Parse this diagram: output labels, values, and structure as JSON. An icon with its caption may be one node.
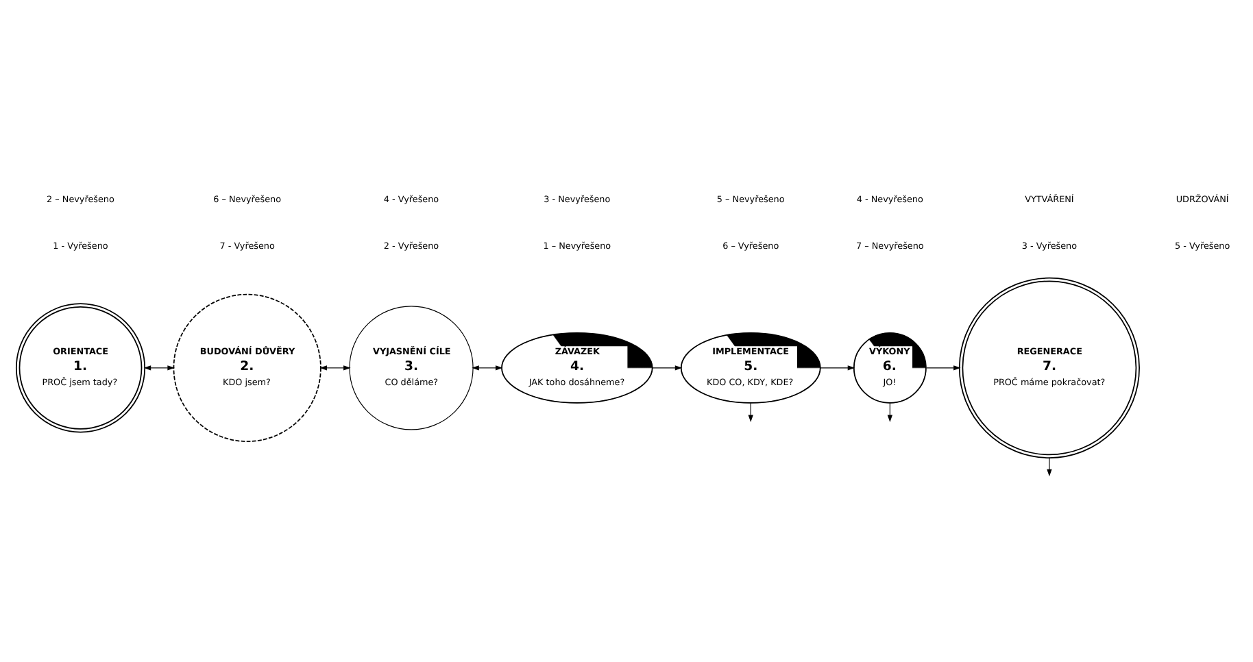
{
  "diagram": {
    "nodes": [
      {
        "text": [
          "ORIENTACE",
          "1.",
          "PROČ jsem tady?"
        ]
      },
      {
        "text": [
          "BUDOVÁNÍ DŮVĚRY",
          "2.",
          "KDO jsem?"
        ]
      },
      {
        "text": [
          "VYJASNĚNÍ CÍLE",
          "3.",
          "CO děláme?"
        ]
      },
      {
        "text": [
          "ZÁVAZEK",
          "4.",
          "JAK toho dosáhneme?"
        ]
      },
      {
        "text": [
          "IMPLEMENTACE",
          "5.",
          "KDO CO, KDY, KDE?"
        ]
      },
      {
        "text": [
          "VÝKONY",
          "6.",
          "JO!"
        ]
      },
      {
        "text": [
          "REGENERACE",
          "7.",
          "PROČ máme pokračovat?"
        ]
      }
    ],
    "edges": [
      {
        "from": 0,
        "to": 1,
        "arrow": "both"
      },
      {
        "from": 1,
        "to": 2,
        "arrow": "both"
      },
      {
        "from": 2,
        "to": 3,
        "arrow": "both"
      },
      {
        "from": 3,
        "to": 4,
        "arrow": "to"
      },
      {
        "from": 4,
        "to": 5,
        "arrow": "to"
      },
      {
        "from": 5,
        "to": 6,
        "arrow": "to"
      },
      {
        "from": 4,
        "to": null,
        "arrow": "to"
      },
      {
        "from": 5,
        "to": null,
        "arrow": "to"
      },
      {
        "from": 6,
        "to": null,
        "arrow": "to"
      }
    ],
    "labels": [
      "1 - Vyřešeno",
      "7 - Vyřešeno",
      "2 - Vyřešeno",
      "1 – Nevyřešeno",
      "6 – Vyřešeno",
      "7 – Nevyřešeno",
      "3 - Vyřešeno",
      "5 - Vyřešeno",
      "2 – Nevyřešeno",
      "6 – Nevyřešeno",
      "4 - Vyřešeno",
      "3 - Nevyřešeno",
      "5 – Nevyřešeno",
      "4 - Nevyřešeno",
      "VYTVÁŘENÍ",
      "UDRŽOVÁNÍ"
    ]
  }
}
